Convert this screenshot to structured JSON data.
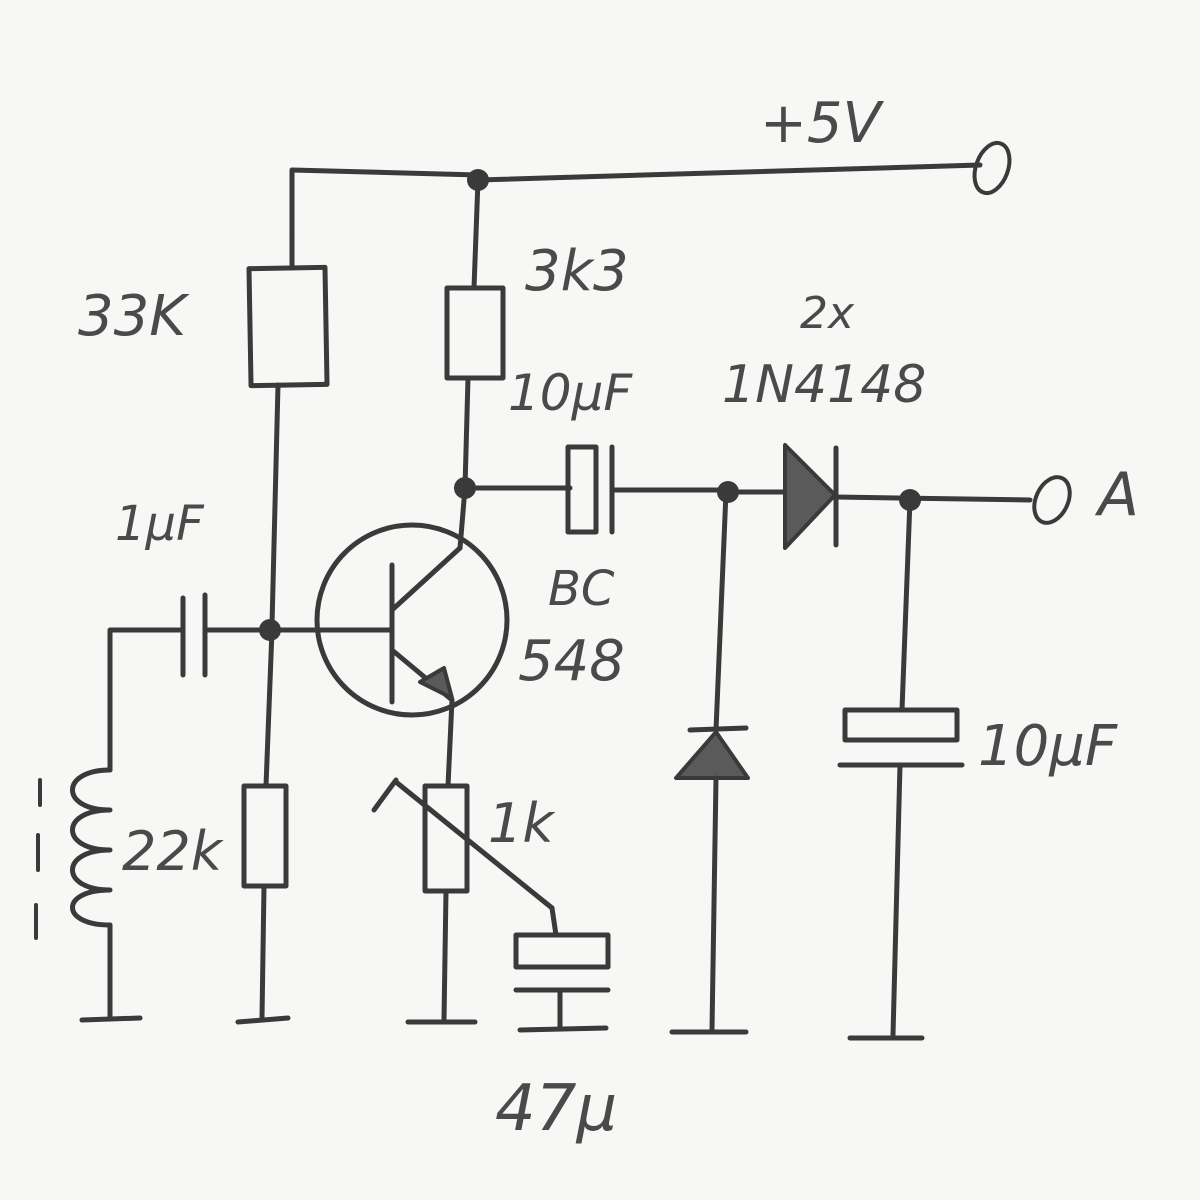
{
  "diagram": {
    "supply_label": "+5V",
    "output_label": "A",
    "components": {
      "r_bias_top": "33K",
      "r_bias_bottom": "22k",
      "r_collector": "3k3",
      "r_emitter": "1k",
      "c_input": "1μF",
      "c_coupling": "10μF",
      "c_output": "10μF",
      "c_emitter": "47μ",
      "diodes_count": "2x",
      "diodes_type": "1N4148",
      "transistor_line1": "BC",
      "transistor_line2": "548"
    }
  }
}
